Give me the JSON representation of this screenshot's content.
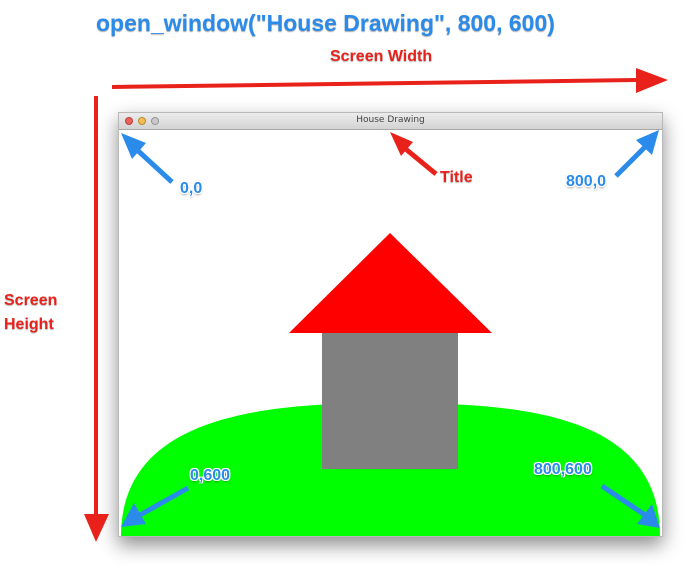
{
  "heading": "open_window(\"House Drawing\", 800, 600)",
  "labels": {
    "screen_width": "Screen Width",
    "screen_height_line1": "Screen",
    "screen_height_line2": "Height",
    "title": "Title",
    "origin": "0,0",
    "top_right": "800,0",
    "bottom_left": "0,600",
    "bottom_right": "800,600"
  },
  "window": {
    "title": "House Drawing",
    "buttons": [
      {
        "name": "close",
        "color": "#ee5f57"
      },
      {
        "name": "minimize",
        "color": "#f4bd4f"
      },
      {
        "name": "zoom",
        "color": "#c9c9c9"
      }
    ]
  },
  "colors": {
    "annotation_red": "#e8221b",
    "annotation_blue": "#2b8bea",
    "roof": "#ff0000",
    "house_wall": "#808080",
    "hill": "#00ff00"
  }
}
